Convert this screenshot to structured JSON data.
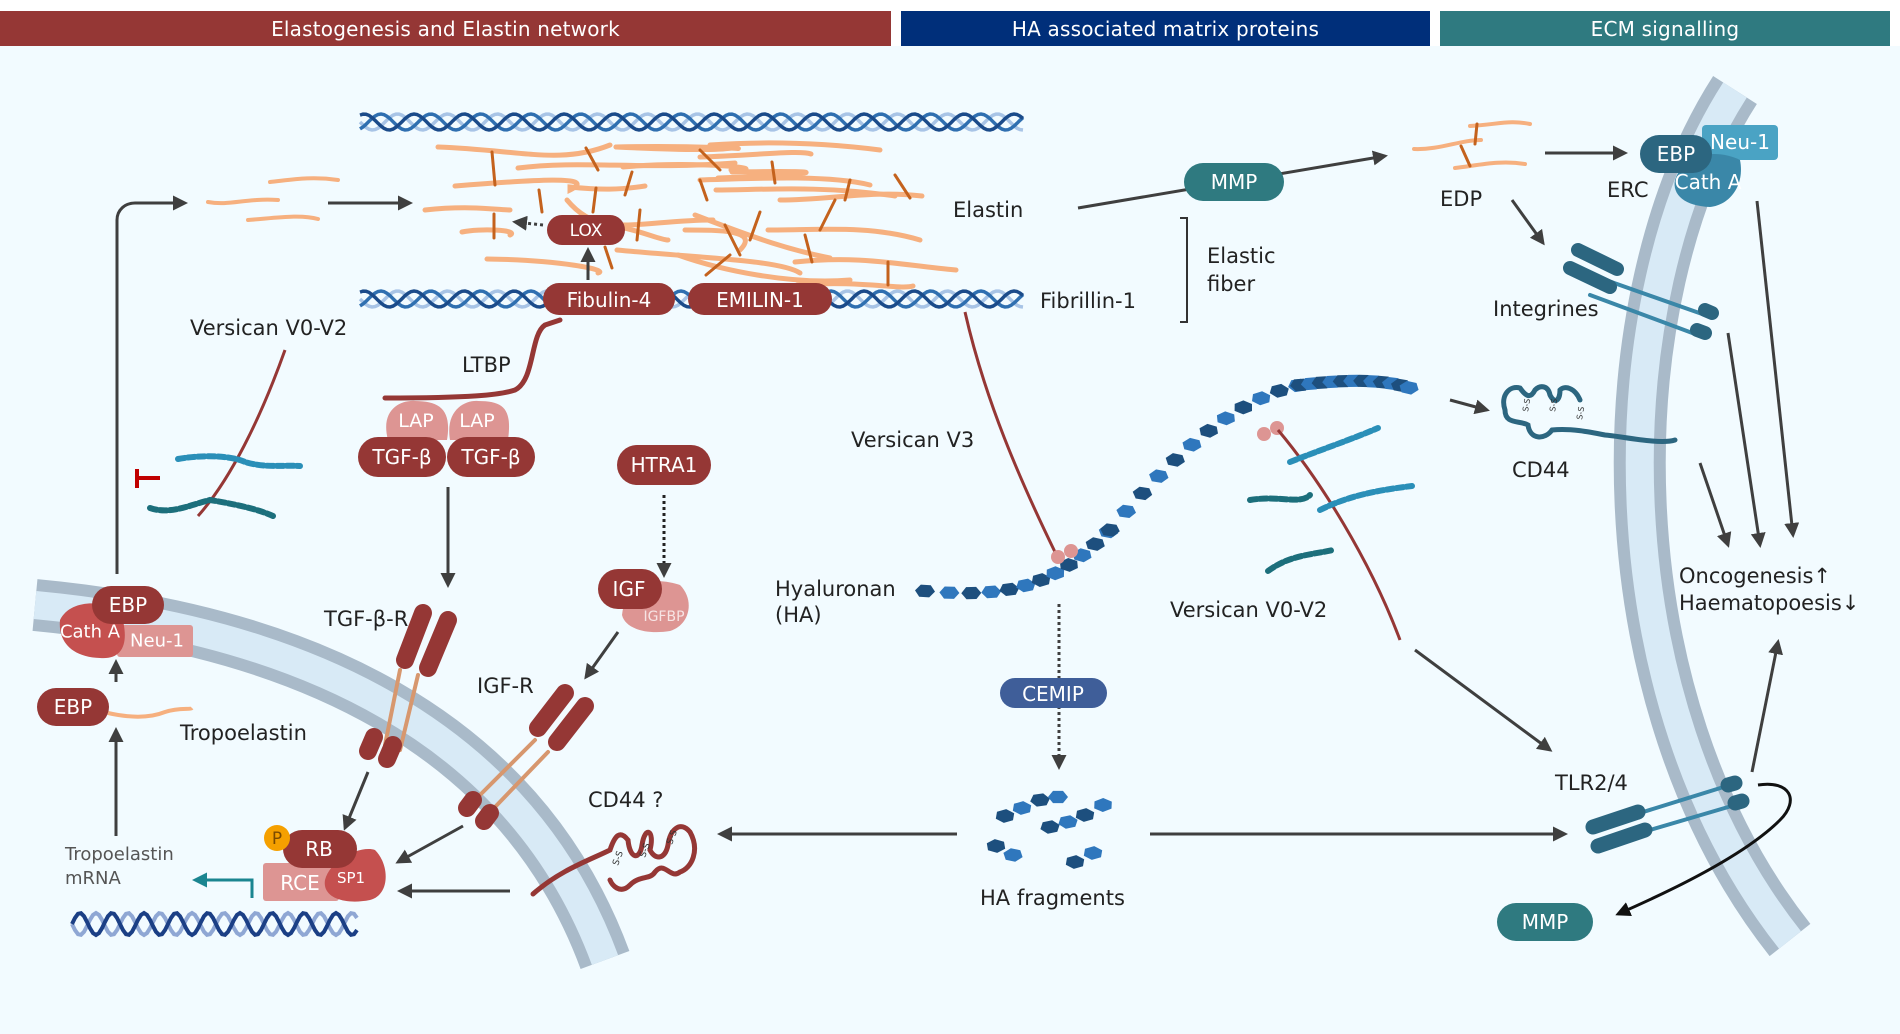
{
  "headers": {
    "elastogenesis": "Elastogenesis and Elastin network",
    "ha_matrix": "HA associated matrix proteins",
    "ecm_signalling": "ECM signalling"
  },
  "colors": {
    "maroon": "#953735",
    "navy": "#002f7a",
    "teal": "#2f7a80",
    "background": "#f2fbff",
    "elastin_orange": "#f6b07f",
    "crosslink": "#c4621d",
    "membrane_outer": "#a9bac9",
    "membrane_inner": "#d8eaf6"
  },
  "labels": {
    "elastin": "Elastin",
    "fibrillin": "Fibrillin-1",
    "elastic_fiber_line1": "Elastic",
    "elastic_fiber_line2": "fiber",
    "versican_v0v2_left": "Versican V0-V2",
    "ltbp": "LTBP",
    "tgfb_r": "TGF-β-R",
    "igf_r": "IGF-R",
    "tropoelastin": "Tropoelastin",
    "tropoelastin_mrna_line1": "Tropoelastin",
    "tropoelastin_mrna_line2": "mRNA",
    "cd44_q": "CD44 ?",
    "versican_v3": "Versican V3",
    "hyaluronan_line1": "Hyaluronan",
    "hyaluronan_line2": "(HA)",
    "versican_v0v2_right": "Versican V0-V2",
    "ha_fragments": "HA fragments",
    "edp": "EDP",
    "erc": "ERC",
    "integrines": "Integrines",
    "cd44": "CD44",
    "tlr": "TLR2/4",
    "outcome_line1": "Oncogenesis↑",
    "outcome_line2": "Haematopoesis↓",
    "ss": "S-S"
  },
  "proteins": {
    "lox": "LOX",
    "fibulin4": "Fibulin-4",
    "emilin1": "EMILIN-1",
    "lap": "LAP",
    "tgfb": "TGF-β",
    "htra1": "HTRA1",
    "igf": "IGF",
    "igfbp": "IGFBP",
    "ebp": "EBP",
    "cath_a": "Cath A",
    "neu1": "Neu-1",
    "p": "P",
    "rb": "RB",
    "rce": "RCE",
    "sp1": "SP1",
    "cemip": "CEMIP",
    "mmp": "MMP"
  }
}
